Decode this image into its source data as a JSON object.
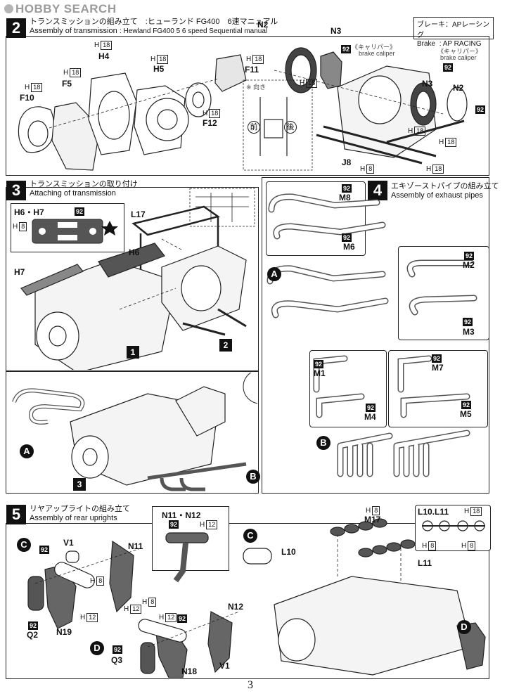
{
  "header": {
    "logo_text": "HOBBY SEARCH"
  },
  "steps": {
    "s2": {
      "num": "2",
      "jp": "トランスミッションの組み立て　:ヒューランド FG400　6速マニュアル",
      "en": "Assembly of transmission",
      "en_sub": ": Hewland FG400 5  6 speed Sequential manual"
    },
    "s3": {
      "num": "3",
      "jp": "トランスミッションの取り付け",
      "en": "Attaching of transmission"
    },
    "s4": {
      "num": "4",
      "jp": "エキゾーストパイプの組み立て",
      "en": "Assembly of exhaust pipes"
    },
    "s5": {
      "num": "5",
      "jp": "リヤアップライトの組み立て",
      "en": "Assembly of rear uprights"
    }
  },
  "brake_box": {
    "jp": "ブレーキ：APレーシング",
    "en_key": "Brake",
    "en_val": ": AP RACING"
  },
  "captions": {
    "caliper_jp": "《キャリパー》",
    "caliper_en": "brake caliper",
    "direction_jp": "※ 向き",
    "front_jp": "前",
    "rear_jp": "後"
  },
  "paint": {
    "p92": "92"
  },
  "parts": {
    "F10": "F10",
    "F5": "F5",
    "H4": "H4",
    "H5": "H5",
    "F11": "F11",
    "F12": "F12",
    "N2": "N2",
    "N3": "N3",
    "J8": "J8",
    "H6H7": "H6・H7",
    "H6": "H6",
    "H7": "H7",
    "L17": "L17",
    "M8": "M8",
    "M6": "M6",
    "M2": "M2",
    "M3": "M3",
    "M1": "M1",
    "M4": "M4",
    "M7": "M7",
    "M5": "M5",
    "V1": "V1",
    "N11": "N11",
    "N19": "N19",
    "Q2": "Q2",
    "N11N12": "N11・N12",
    "N12": "N12",
    "N18": "N18",
    "Q3": "Q3",
    "M17": "M17",
    "L10": "L10",
    "L11": "L11",
    "L10L11": "L10.L11"
  },
  "sizes": {
    "H8": "H",
    "H8n": "8",
    "H12n": "12",
    "H18n": "18"
  },
  "markers": {
    "A": "A",
    "B": "B",
    "C": "C",
    "D": "D",
    "one": "1",
    "two": "2",
    "three": "3"
  },
  "page_number": "3"
}
